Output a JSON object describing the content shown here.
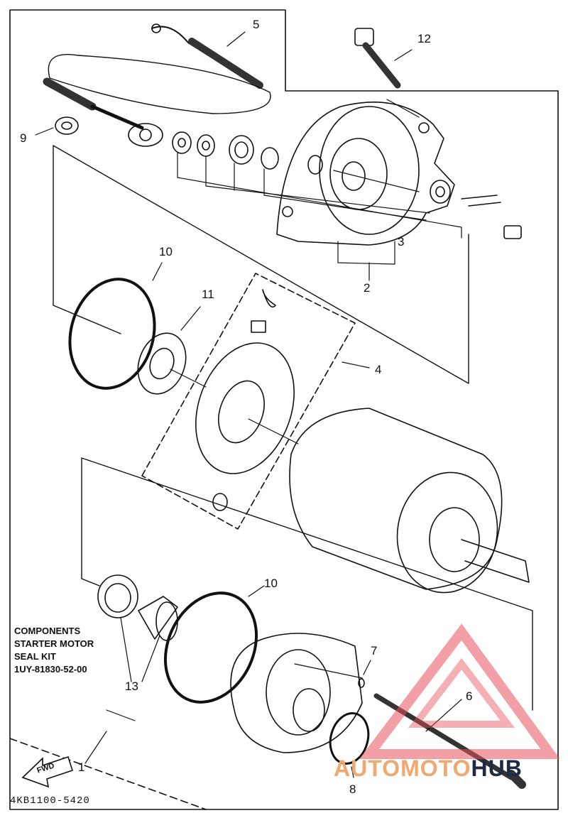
{
  "labels": [
    "1",
    "2",
    "3",
    "4",
    "5",
    "6",
    "7",
    "8",
    "9",
    "10",
    "10",
    "11",
    "12",
    "13"
  ],
  "note_lines": [
    "COMPONENTS",
    "STARTER MOTOR",
    "SEAL KIT",
    "1UY-81830-52-00"
  ],
  "part_code": "4KB1100-5420",
  "fwd_text": "FWD",
  "watermark": {
    "part1": "AUTOMOTO",
    "part2": "HUB"
  },
  "colors": {
    "ink": "#111111",
    "watermark_red": "#e8505b",
    "watermark_orange": "#f0a870",
    "watermark_navy": "#1f2a44"
  }
}
